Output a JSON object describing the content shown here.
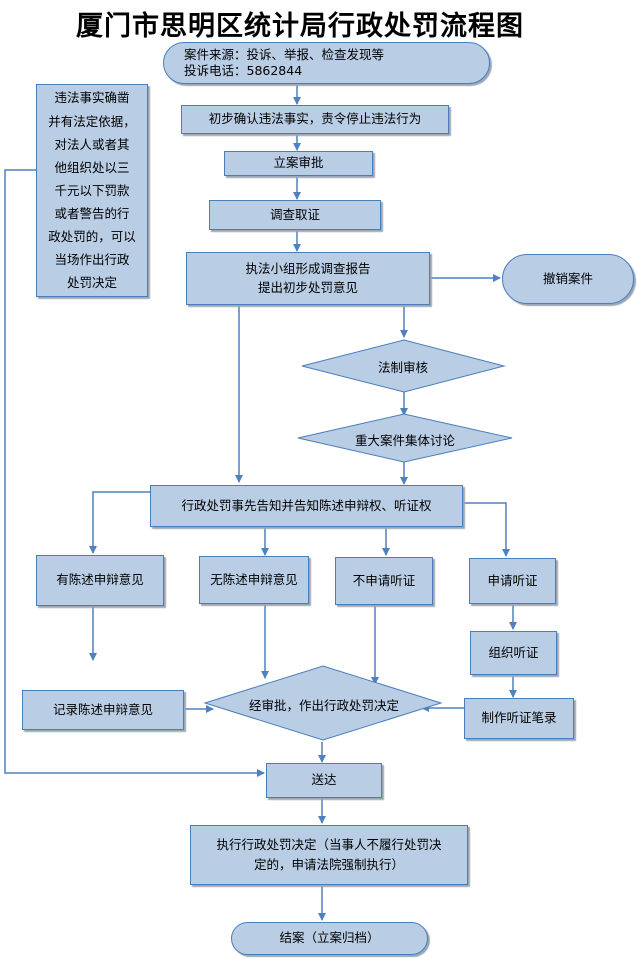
{
  "title": "厦门市思明区统计局行政处罚流程图",
  "colors": {
    "fill": "#b9cde5",
    "stroke": "#4a7ebb",
    "line": "#4f81bd"
  },
  "nodes": {
    "source": "案件来源：投诉、举报、检查发现等\n投诉电话：5862844",
    "left_note": "违法事实确凿\n并有法定依据，\n对法人或者其\n他组织处以三\n千元以下罚款\n或者警告的行\n政处罚的，可以\n当场作出行政\n处罚决定",
    "confirm": "初步确认违法事实，责令停止违法行为",
    "filing": "立案审批",
    "investigate": "调查取证",
    "report": "执法小组形成调查报告\n提出初步处罚意见",
    "revoke": "撤销案件",
    "legal_review": "法制审核",
    "collective": "重大案件集体讨论",
    "notify": "行政处罚事先告知并告知陈述申辩权、听证权",
    "has_statement": "有陈述申辩意见",
    "no_statement": "无陈述申辩意见",
    "no_hearing": "不申请听证",
    "apply_hearing": "申请听证",
    "organize_hearing": "组织听证",
    "record_statement": "记录陈述申辩意见",
    "decision": "经审批，作出行政处罚决定",
    "hearing_record": "制作听证笔录",
    "deliver": "送达",
    "execute": "执行行政处罚决定（当事人不履行处罚决\n定的，申请法院强制执行）",
    "close": "结案（立案归档）"
  }
}
